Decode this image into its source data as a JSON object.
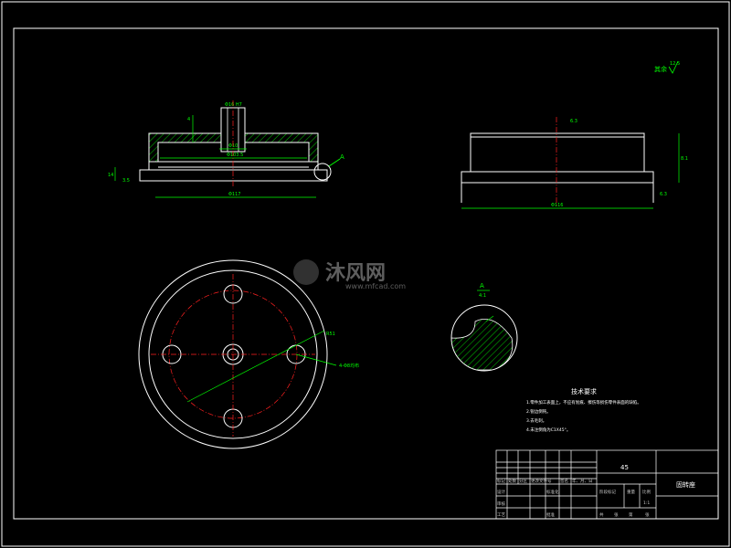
{
  "colors": {
    "background": "#000000",
    "frame": "#ffffff",
    "part": "#ffffff",
    "dimension": "#00ff00",
    "centerline": "#ff2020",
    "hatch": "#00ff00",
    "leader": "#00ff00",
    "table_text": "#c8c8c8"
  },
  "watermark": {
    "brand_cn": "沐风网",
    "url": "www.mfcad.com"
  },
  "roughness": {
    "corner_label": "其余",
    "corner_value": "12.5",
    "side_value": "6.3"
  },
  "detail": {
    "label": "A",
    "scale": "4:1"
  },
  "tech": {
    "title": "技术要求",
    "items": [
      "1.零件加工表面上，不应有划痕、擦伤等损伤零件表面的缺陷。",
      "2.锐边倒钝。",
      "3.去毛刺。",
      "4.未注倒角为C1X45°。"
    ]
  },
  "title_block": {
    "material": "45",
    "part_name": "固转座",
    "scale_value": "1:1",
    "headers": [
      "标记",
      "处数",
      "分区",
      "更改文件号",
      "签名",
      "年、月、日"
    ],
    "roles": [
      "设计",
      "审核",
      "工艺"
    ],
    "std": "标准化",
    "approve": "批准",
    "stage": "阶段标记",
    "weight": "重量",
    "ratio": "比例",
    "sheets": [
      "共",
      "张",
      "第",
      "张"
    ]
  },
  "dims": {
    "front_top": "Φ16 H7",
    "front_top2": "Φ10",
    "front_mid": "Φ103.5",
    "front_bottom": "Φ117",
    "front_left": "14",
    "front_left2": "3.5",
    "front_right_h": "4",
    "side_bottom": "Φ116",
    "side_right": "8.1",
    "side_right2": "6.3",
    "plan_radius": "R51",
    "plan_holes": "4-Φ8均布"
  }
}
